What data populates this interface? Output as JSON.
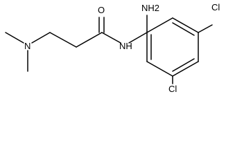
{
  "molecule": {
    "atoms": {
      "amine_top": "NH2",
      "amide_n": "NH",
      "amide_o": "O",
      "dimethyl_n": "N",
      "cl_right": "Cl",
      "cl_bottom": "Cl"
    }
  },
  "colors": {
    "bond": "#000000",
    "text": "#000000",
    "background": "#ffffff"
  }
}
